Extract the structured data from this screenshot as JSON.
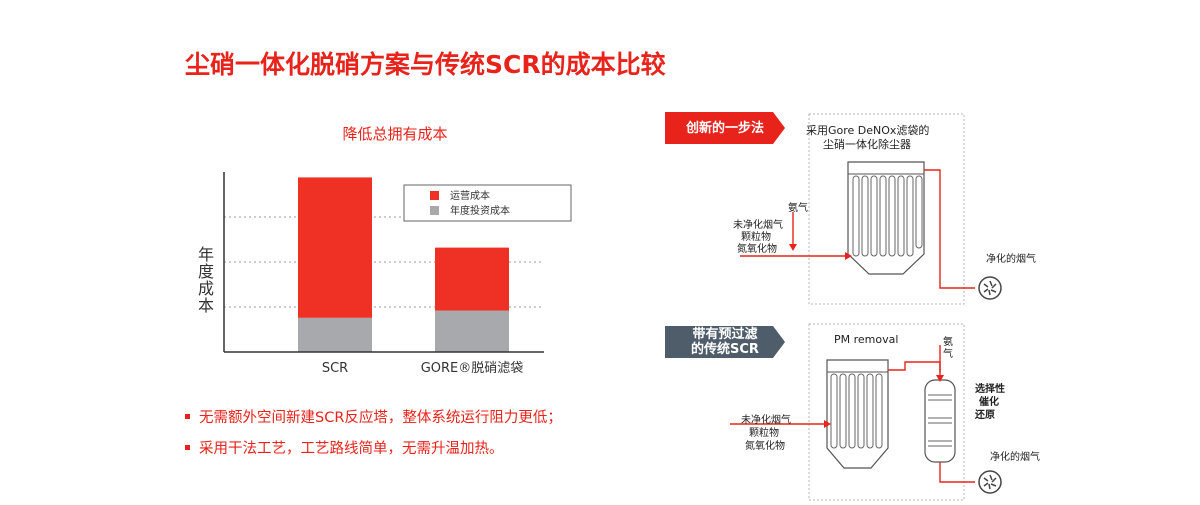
{
  "title": "尘硝一体化脱硝方案与传统SCR的成本比较",
  "chart_data": {
    "type": "bar",
    "title": "降低总拥有成本",
    "ylabel": "年度成本",
    "categories": [
      "SCR",
      "GORE®脱硝滤袋"
    ],
    "series": [
      {
        "name": "年度投资成本",
        "values": [
          0.19,
          0.23
        ]
      },
      {
        "name": "运营成本",
        "values": [
          0.78,
          0.35
        ]
      }
    ],
    "ylim": [
      0,
      1.0
    ],
    "legend": "top-right",
    "grid": true,
    "colors": {
      "运营成本": "#ee3124",
      "年度投资成本": "#a7a9ac"
    }
  },
  "bullets": [
    "无需额外空间新建SCR反应塔，整体系统运行阻力更低；",
    "采用干法工艺，工艺路线简单，无需升温加热。"
  ],
  "diagram_top": {
    "tag": "创新的一步法",
    "box_title_1": "采用Gore DeNOx滤袋的",
    "box_title_2": "尘硝一体化除尘器",
    "ammonia": "氨气",
    "inlet_1": "未净化烟气",
    "inlet_2": "颗粒物",
    "inlet_3": "氮氧化物",
    "outlet": "净化的烟气"
  },
  "diagram_bottom": {
    "tag_1": "带有预过滤",
    "tag_2": "的传统SCR",
    "box_title": "PM removal",
    "ammonia": "氨气",
    "scr_1": "选择性",
    "scr_2": "催化",
    "scr_3": "还原",
    "inlet_1": "未净化烟气",
    "inlet_2": "颗粒物",
    "inlet_3": "氮氧化物",
    "outlet": "净化的烟气"
  },
  "colors": {
    "accent": "#e8231b",
    "grey_tag": "#4f5d6b"
  }
}
